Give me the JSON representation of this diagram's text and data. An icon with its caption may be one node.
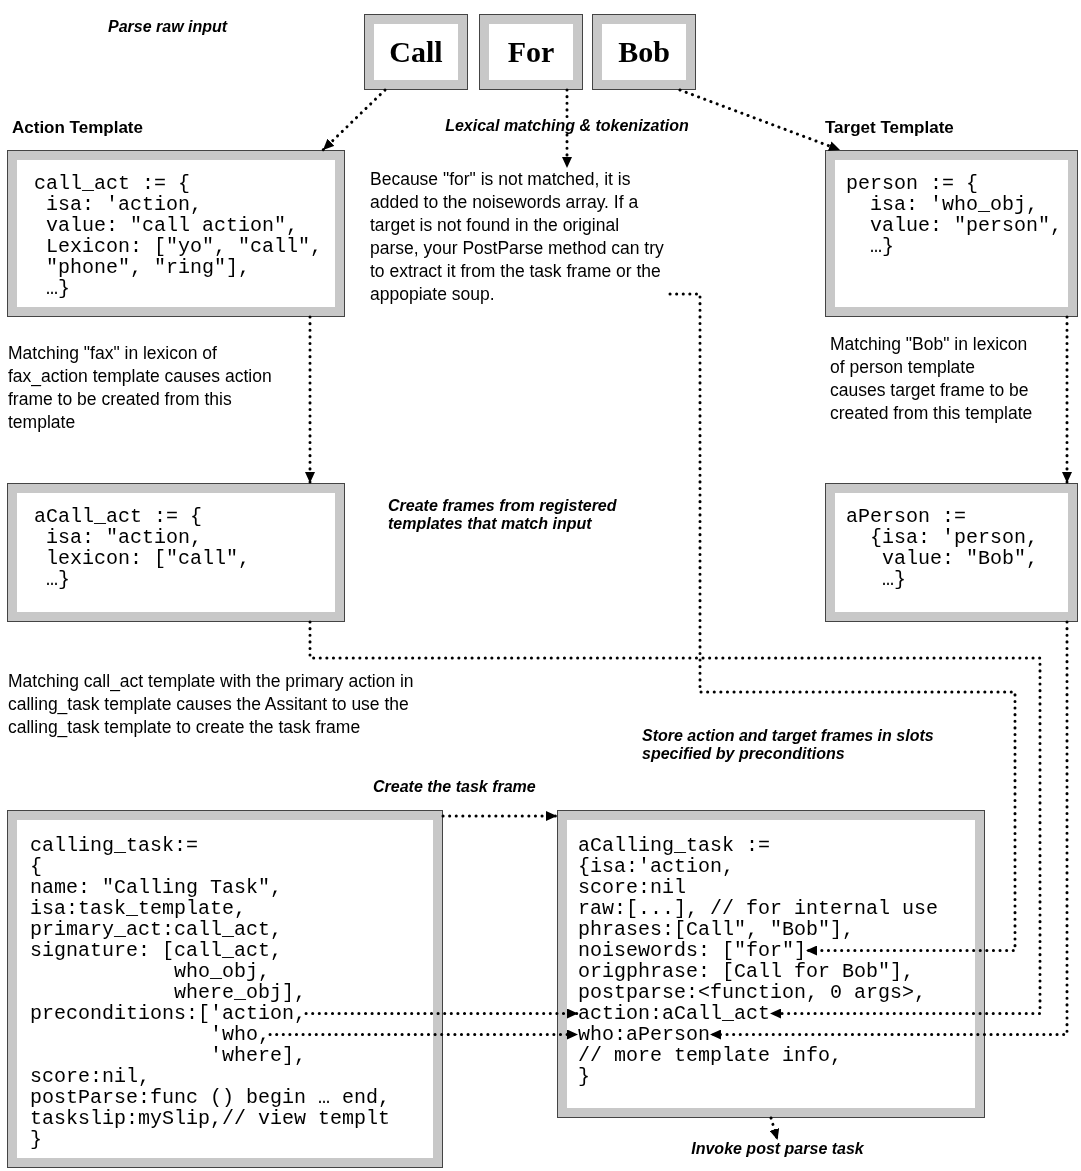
{
  "diagram": {
    "nodes": [
      {
        "text": [
          "Call"
        ]
      },
      {
        "text": [
          "For"
        ]
      },
      {
        "text": [
          "Bob"
        ]
      },
      {
        "text": [
          "Action Template",
          "call_act := {",
          "isa: 'action,",
          "value: \"call action\",",
          "Lexicon: [\"yo\", \"call\",",
          "\"phone\", \"ring\"],",
          "…}"
        ]
      },
      {
        "text": [
          "Lexical matching & tokenization"
        ]
      },
      {
        "text": [
          "Because \"for\" is not matched, it is added to the noisewords array.  If a target is not found in the original parse, your PostParse method can try to extract it from the task frame or the appopiate soup."
        ]
      },
      {
        "text": [
          "Target Template",
          "person := {",
          "isa: 'who_obj,",
          "value: \"person\",",
          "…}"
        ]
      },
      {
        "text": [
          "aCall_act := {",
          "isa: \"action,",
          "lexicon: [\"call\",",
          "…}"
        ]
      },
      {
        "text": [
          "aPerson :=",
          "{isa: 'person,",
          "value: \"Bob\",",
          "…}"
        ]
      },
      {
        "text": [
          "calling_task:=",
          "{",
          "name: \"Calling Task\",",
          "isa:task_template,",
          "primary_act:call_act,",
          "signature: [call_act,",
          "who_obj,",
          "where_obj],",
          "'where],",
          "score:nil,",
          "postParse:func () begin … end,",
          "taskslip:mySlip,// view templt",
          "}"
        ]
      },
      {
        "text": [
          "preconditions:['action,"
        ],
        "in": 9
      },
      {
        "text": [
          "'who,"
        ],
        "in": 9
      },
      {
        "text": [
          "aCalling_task :=",
          "{isa:'action,",
          "score:nil",
          "raw:[...], // for internal use",
          "phrases:[Call\", \"Bob\"],",
          "origphrase: [Call for Bob\"],",
          "postparse:<function, 0 args>,",
          "// more template info,",
          "}"
        ]
      },
      {
        "text": [
          "noisewords: [\"for\"]"
        ],
        "in": 12
      },
      {
        "text": [
          "action:aCall_act"
        ],
        "in": 12
      },
      {
        "text": [
          "who:aPerson"
        ],
        "in": 12
      },
      {
        "text": [
          "Invoke post parse task"
        ]
      }
    ],
    "edges": [
      {
        "from": 0,
        "to": 3,
        "arrow": "to"
      },
      {
        "from": 1,
        "to": 4,
        "arrow": "none"
      },
      {
        "from": 4,
        "to": 5,
        "arrow": "to"
      },
      {
        "from": 2,
        "to": 6,
        "arrow": "to"
      },
      {
        "from": 3,
        "to": 7,
        "arrow": "to"
      },
      {
        "from": 6,
        "to": 8,
        "arrow": "to"
      },
      {
        "from": 5,
        "to": 13,
        "arrow": "to"
      },
      {
        "from": 7,
        "to": 14,
        "arrow": "to"
      },
      {
        "from": 8,
        "to": 15,
        "arrow": "to"
      },
      {
        "from": 9,
        "to": 12,
        "arrow": "to",
        "label": "Create the task frame"
      },
      {
        "from": 10,
        "to": 14,
        "arrow": "to"
      },
      {
        "from": 11,
        "to": 15,
        "arrow": "to"
      },
      {
        "from": 12,
        "to": 16,
        "arrow": "to"
      }
    ],
    "labels": [
      "Parse raw input",
      "Matching \"fax\" in lexicon of fax_action template causes action frame to be created from this template",
      "Matching \"Bob\" in lexicon of person template causes target frame to be created from this template",
      "Create frames from registered templates that match input",
      "Matching call_act template with the primary action in calling_task template causes the Assitant to use the calling_task template to create the task frame",
      "Store action and target frames in slots specified by preconditions"
    ]
  }
}
